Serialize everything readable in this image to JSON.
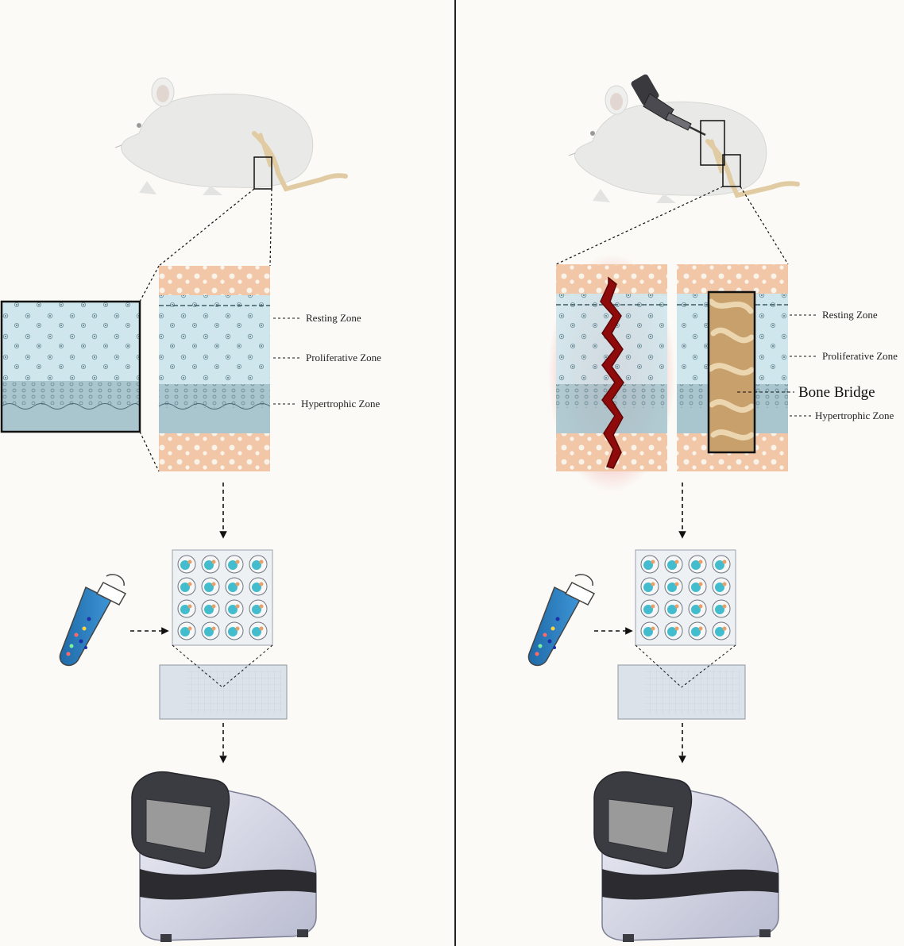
{
  "left_panel": {
    "labels": {
      "resting": "Resting Zone",
      "proliferative": "Proliferative Zone",
      "hypertrophic": "Hypertrophic Zone"
    }
  },
  "right_panel": {
    "labels": {
      "resting": "Resting Zone",
      "proliferative": "Proliferative Zone",
      "bone_bridge": "Bone Bridge",
      "hypertrophic": "Hypertrophic Zone"
    }
  },
  "colors": {
    "background": "#fbfaf6",
    "divider": "#222222",
    "rat_body": "#e9e9e7",
    "bone": "#e0cba3",
    "cartilage": "#cfe6ec",
    "hypertrophic_band": "#a9c6cf",
    "bone_margin": "#f1c7a8",
    "fracture": "#8f0b0b",
    "fracture_glow": "#e23b3b",
    "bone_bridge_fill": "#c8a06b",
    "tube_liquid": "#2d7fc0",
    "well": "#2fb6c8",
    "device_body": "#d6d7e6",
    "device_screen": "#9a9a9a"
  },
  "icons": [
    "rat-illustration",
    "drill-icon",
    "microcentrifuge-tube-icon",
    "well-plate-icon",
    "microarray-slide-icon",
    "scanner-device-icon"
  ]
}
